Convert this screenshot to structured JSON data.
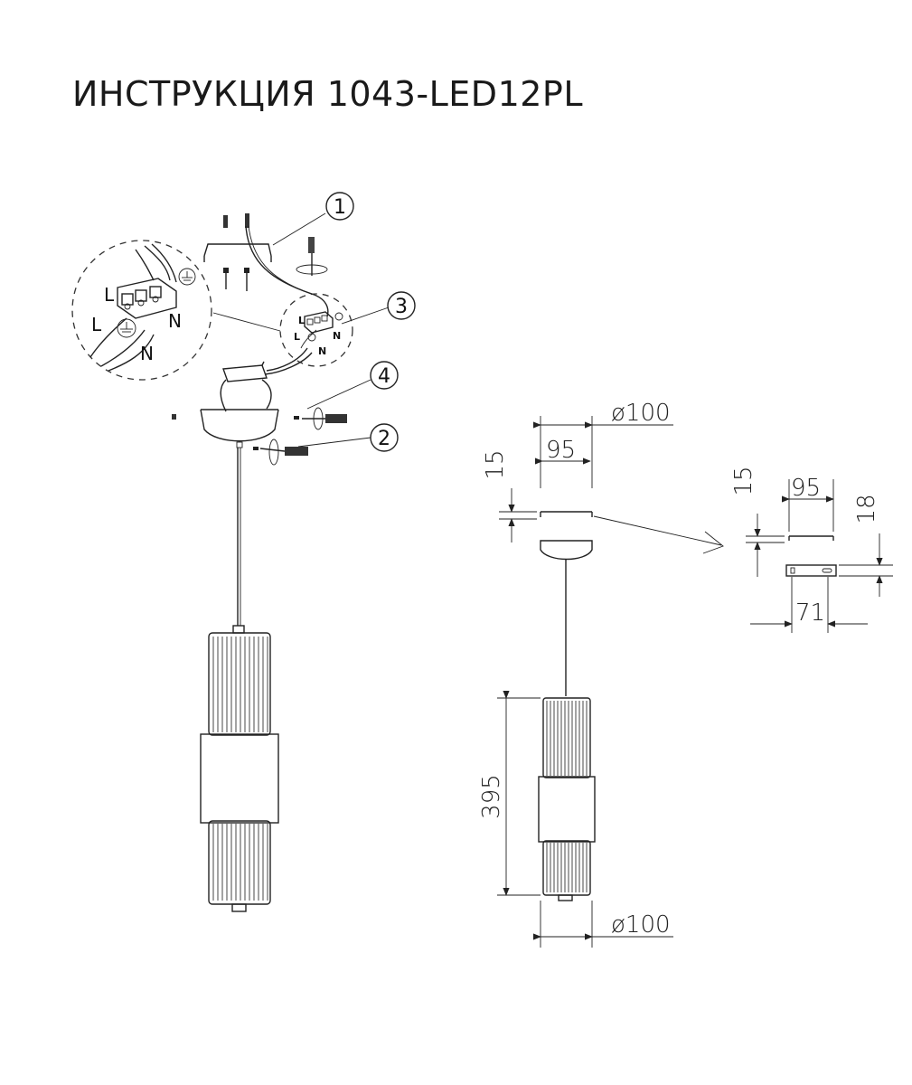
{
  "title": "ИНСТРУКЦИЯ 1043-LED12PL",
  "callouts": [
    "1",
    "2",
    "3",
    "4"
  ],
  "wire_labels": {
    "live": "L",
    "neutral": "N"
  },
  "dimensions": {
    "canopy_diameter": "ø100",
    "canopy_inner": "95",
    "canopy_height": "15",
    "body_length": "395",
    "body_diameter": "ø100",
    "bracket_width": "95",
    "bracket_height": "15",
    "plate_height": "18",
    "plate_length": "71"
  },
  "icons": [
    "ground-icon",
    "screwdriver-icon",
    "screw-icon"
  ]
}
